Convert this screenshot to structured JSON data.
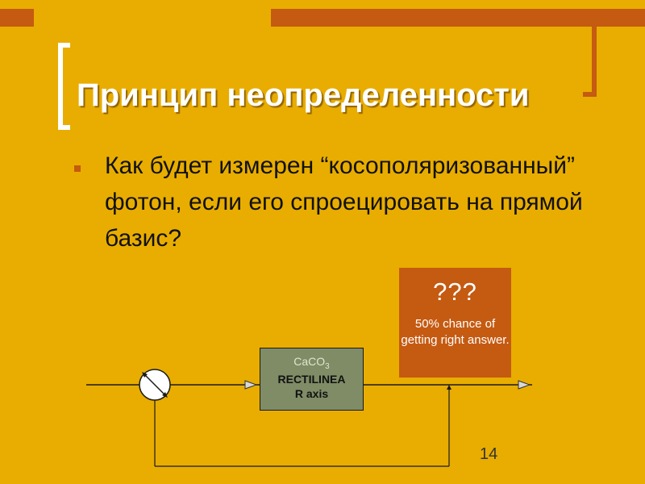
{
  "slide": {
    "title": "Принцип неопределенности",
    "bullet": "Как будет измерен “косополяризованный” фотон, если его спроецировать на прямой базис?",
    "question_box": {
      "marks": "???",
      "note": "50% chance of getting right answer."
    },
    "crystal": {
      "formula": "CaCO",
      "subscript": "3",
      "label_line1": "RECTILINEA",
      "label_line2": "R axis"
    },
    "page_number": "14"
  },
  "colors": {
    "background": "#e8ad00",
    "accent": "#c55a11",
    "crystal": "#7f8c66"
  }
}
